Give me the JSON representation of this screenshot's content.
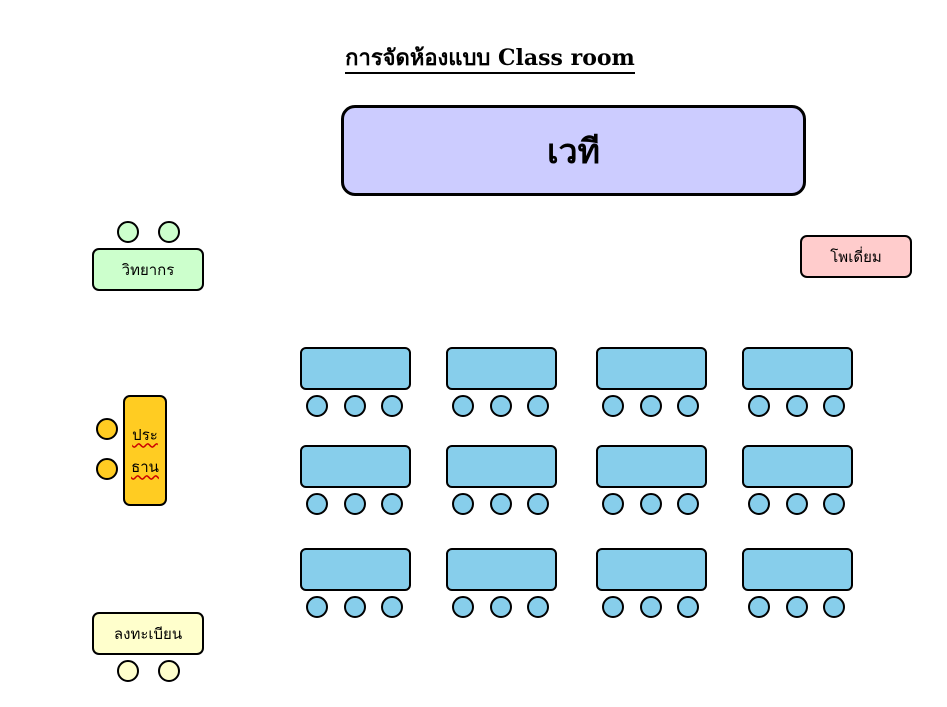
{
  "title": "การจัดห้องแบบ Class room",
  "stage": {
    "label": "เวที"
  },
  "speaker": {
    "label": "วิทยากร",
    "seats": 2
  },
  "podium": {
    "label": "โพเดี่ยม"
  },
  "chairperson": {
    "label_line1": "ประ",
    "label_line2": "ธาน",
    "seats": 2
  },
  "registration": {
    "label": "ลงทะเบียน",
    "seats": 2
  },
  "student_area": {
    "rows": 3,
    "columns": 4,
    "seats_per_table": 3
  },
  "colors": {
    "stage": "#ccccff",
    "speaker": "#ccffcc",
    "podium": "#ffcccc",
    "registration": "#ffffcc",
    "chairperson": "#ffcc22",
    "student_table": "#87ceeb"
  }
}
